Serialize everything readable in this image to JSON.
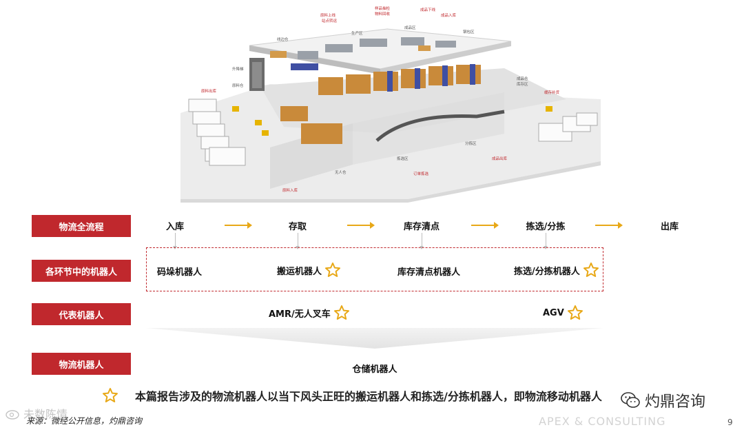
{
  "illustration": {
    "labels": [
      "原料上线",
      "站点转运",
      "样品抽检",
      "物料回收",
      "成品下线",
      "成品入库",
      "线边仓",
      "生产区",
      "成品区",
      "钢包区",
      "升降梯",
      "原料仓",
      "原料出库",
      "成品仓",
      "库存区",
      "缓存补货",
      "分拣区",
      "成品出库",
      "无人仓",
      "拣选区",
      "订单拣选",
      "原料入库"
    ]
  },
  "rows": {
    "row1_label": "物流全流程",
    "row2_label": "各环节中的机器人",
    "row3_label": "代表机器人",
    "row4_label": "物流机器人"
  },
  "stages": [
    "入库",
    "存取",
    "库存清点",
    "拣选/分拣",
    "出库"
  ],
  "robots": [
    "码垛机器人",
    "搬运机器人",
    "库存清点机器人",
    "拣选/分拣机器人"
  ],
  "representatives": [
    "AMR/无人叉车",
    "AGV"
  ],
  "warehouse_robot": "仓储机器人",
  "note": "本篇报告涉及的物流机器人以当下风头正旺的搬运机器人和拣选/分拣机器人，即物流移动机器人",
  "source": "来源：微经公开信息，灼鼎咨询",
  "brand": "APEX & CONSULTING",
  "page_number": "9",
  "watermark_right": "灼鼎咨询",
  "watermark_left": "未数陈情",
  "colors": {
    "accent_red": "#c0282d",
    "star_gold": "#e8a817",
    "arrow_gold": "#e8a817"
  }
}
